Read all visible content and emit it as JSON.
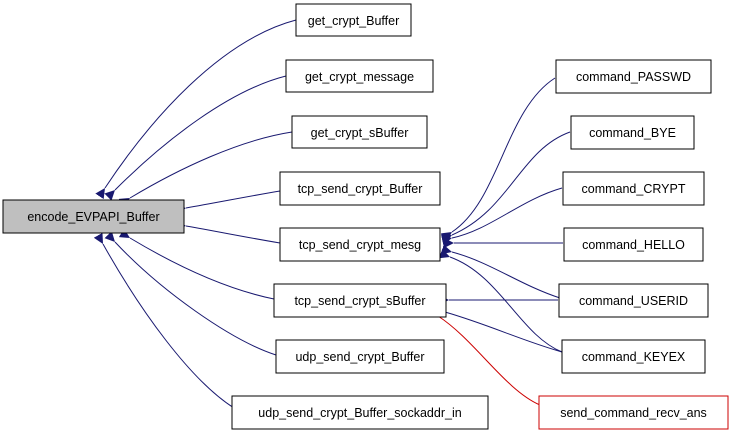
{
  "graph": {
    "root": {
      "label": "encode_EVPAPI_Buffer"
    },
    "callers_level1": [
      {
        "label": "get_crypt_Buffer"
      },
      {
        "label": "get_crypt_message"
      },
      {
        "label": "get_crypt_sBuffer"
      },
      {
        "label": "tcp_send_crypt_Buffer"
      },
      {
        "label": "tcp_send_crypt_mesg"
      },
      {
        "label": "tcp_send_crypt_sBuffer"
      },
      {
        "label": "udp_send_crypt_Buffer"
      },
      {
        "label": "udp_send_crypt_Buffer_sockaddr_in"
      }
    ],
    "callers_level2": [
      {
        "label": "command_PASSWD"
      },
      {
        "label": "command_BYE"
      },
      {
        "label": "command_CRYPT"
      },
      {
        "label": "command_HELLO"
      },
      {
        "label": "command_USERID"
      },
      {
        "label": "command_KEYEX"
      },
      {
        "label": "send_command_recv_ans"
      }
    ],
    "colors": {
      "edge": "#191970",
      "edge_highlight": "#cc0000",
      "root_fill": "#bfbfbf",
      "node_border": "#000000",
      "highlight_border": "#cc0000"
    }
  }
}
